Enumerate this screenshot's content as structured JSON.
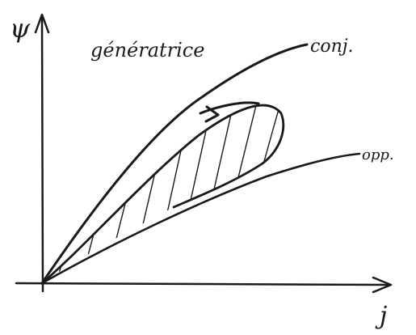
{
  "diagram": {
    "axes": {
      "y_label": "ψ",
      "x_label": "j"
    },
    "title": "génératrice",
    "curves": [
      {
        "key": "conj",
        "label": "conj."
      },
      {
        "key": "opp",
        "label": "opp."
      }
    ],
    "colors": {
      "ink": "#1a1a1a",
      "background": "#ffffff"
    }
  }
}
